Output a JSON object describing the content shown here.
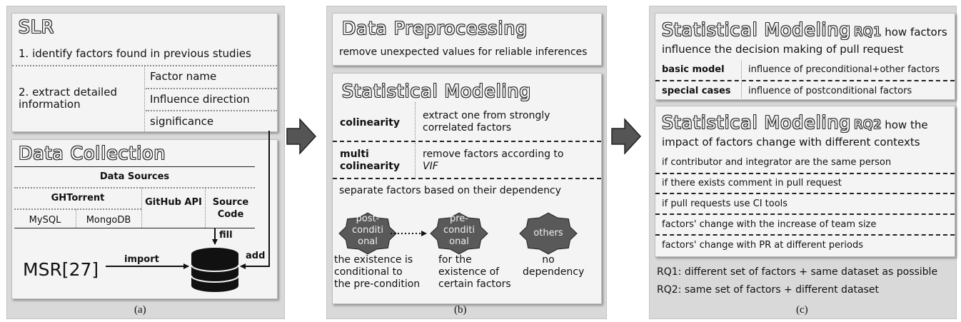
{
  "captions": [
    "(a)",
    "(b)",
    "(c)"
  ],
  "panel_a": {
    "slr": {
      "title": "SLR",
      "step1": "1. identify factors found in previous studies",
      "step2": "2. extract detailed information",
      "details": [
        "Factor name",
        "Influence direction",
        "significance"
      ]
    },
    "collection": {
      "title": "Data Collection",
      "sources_header": "Data Sources",
      "ghtorrent": "GHTorrent",
      "mysql": "MySQL",
      "mongodb": "MongoDB",
      "github_api": "GitHub API",
      "source_code": "Source Code",
      "fill": "fill",
      "msr": "MSR[27]",
      "import": "import",
      "add": "add"
    }
  },
  "panel_b": {
    "preprocessing": {
      "title": "Data Preprocessing",
      "desc": "remove unexpected values for reliable inferences"
    },
    "modeling": {
      "title": "Statistical Modeling",
      "rows": [
        {
          "label": "colinearity",
          "desc": "extract one from strongly correlated factors"
        },
        {
          "label": "multi colinearity",
          "desc": "remove factors according to",
          "desc_italic": "VIF"
        }
      ],
      "separate": "separate factors based on their dependency",
      "shapes": [
        {
          "label": "post-conditi onal",
          "desc": "the existence is conditional to the pre-condition"
        },
        {
          "label": "pre-conditi onal",
          "desc": "for the existence of certain factors"
        },
        {
          "label": "others",
          "desc": "no dependency"
        }
      ]
    }
  },
  "panel_c": {
    "rq1": {
      "title": "Statistical Modeling",
      "tag": "RQ1",
      "desc_line1": "how factors",
      "desc_line2": "influence the decision making of pull request",
      "rows": [
        {
          "label": "basic model",
          "desc": "influence of preconditional+other factors"
        },
        {
          "label": "special cases",
          "desc": "influence of postconditional factors"
        }
      ]
    },
    "rq2": {
      "title": "Statistical Modeling",
      "tag": "RQ2",
      "desc_line1": "how the",
      "desc_line2": "impact of factors change with different contexts",
      "items": [
        "if contributor and integrator are the same person",
        "if there exists comment in pull request",
        "if pull requests use CI tools",
        "factors' change with the increase of team size",
        "factors' change with PR at different periods"
      ]
    },
    "notes": [
      "RQ1: different set of factors + same dataset as possible",
      "RQ2: same set of factors + different dataset"
    ]
  },
  "colors": {
    "panel_bg": "#d9d9d9",
    "card_bg": "#f4f4f4",
    "shape_fill": "#595959",
    "arrow_fill": "#555555"
  }
}
